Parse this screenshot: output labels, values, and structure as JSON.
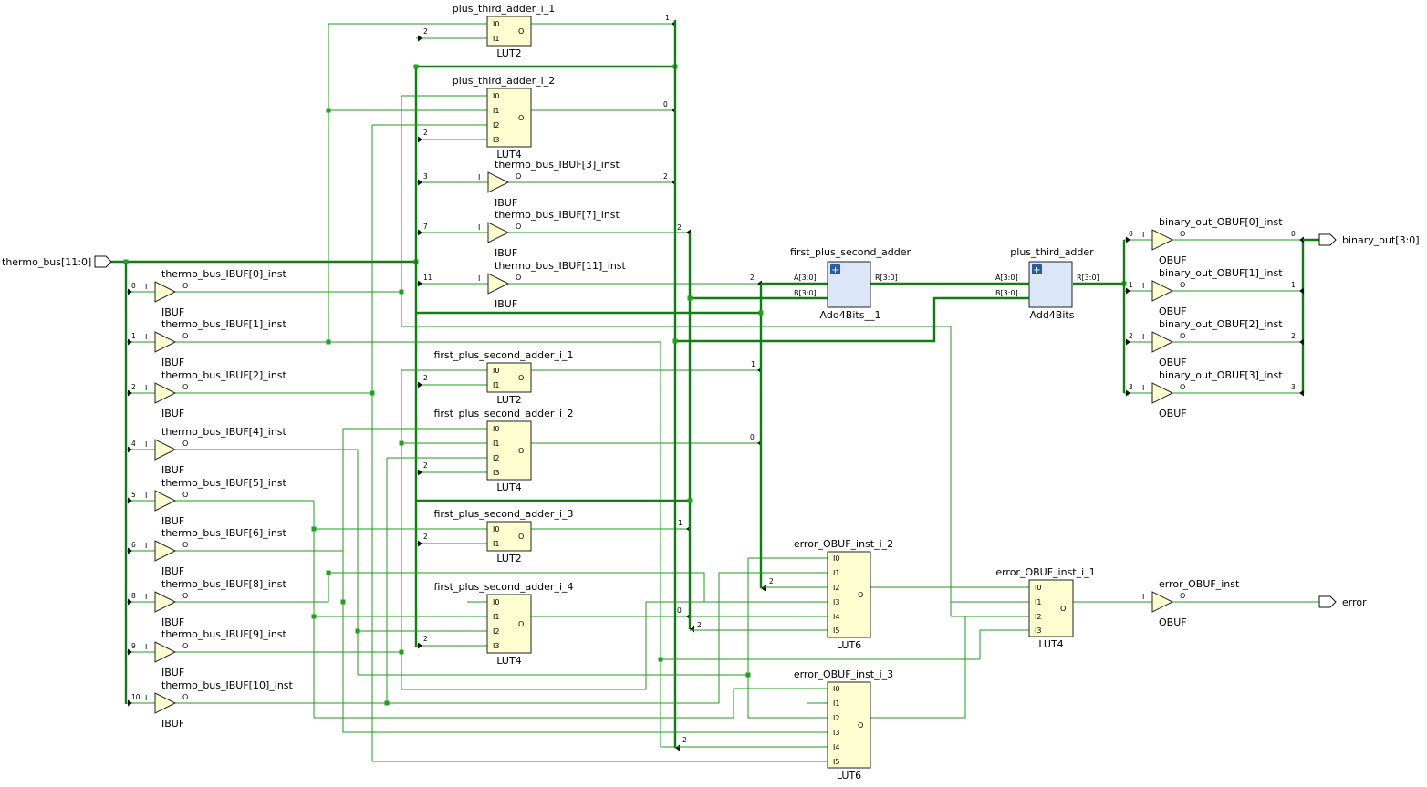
{
  "ports": {
    "thermo_bus": "thermo_bus[11:0]",
    "binary_out": "binary_out[3:0]",
    "error": "error"
  },
  "primitives": {
    "lut2": "LUT2",
    "lut4": "LUT4",
    "lut6": "LUT6",
    "ibuf": "IBUF",
    "obuf": "OBUF",
    "add4": "Add4Bits",
    "add4_1": "Add4Bits__1"
  },
  "pins": {
    "i": "I",
    "o": "O",
    "i0": "I0",
    "i1": "I1",
    "i2": "I2",
    "i3": "I3",
    "i4": "I4",
    "i5": "I5",
    "a": "A[3:0]",
    "b": "B[3:0]",
    "r": "R[3:0]",
    "plus": "+"
  },
  "bits": [
    "0",
    "1",
    "2",
    "3",
    "4",
    "5",
    "6",
    "7",
    "8",
    "9",
    "10",
    "11"
  ],
  "cells": {
    "ibuf_inst": [
      {
        "name": "thermo_bus_IBUF[0]_inst",
        "bit": "0"
      },
      {
        "name": "thermo_bus_IBUF[1]_inst",
        "bit": "1"
      },
      {
        "name": "thermo_bus_IBUF[2]_inst",
        "bit": "2"
      },
      {
        "name": "thermo_bus_IBUF[4]_inst",
        "bit": "4"
      },
      {
        "name": "thermo_bus_IBUF[5]_inst",
        "bit": "5"
      },
      {
        "name": "thermo_bus_IBUF[6]_inst",
        "bit": "6"
      },
      {
        "name": "thermo_bus_IBUF[8]_inst",
        "bit": "8"
      },
      {
        "name": "thermo_bus_IBUF[9]_inst",
        "bit": "9"
      },
      {
        "name": "thermo_bus_IBUF[10]_inst",
        "bit": "10"
      }
    ],
    "ibuf_mid": [
      {
        "name": "thermo_bus_IBUF[3]_inst",
        "bit": "3"
      },
      {
        "name": "thermo_bus_IBUF[7]_inst",
        "bit": "7"
      },
      {
        "name": "thermo_bus_IBUF[11]_inst",
        "bit": "11"
      }
    ],
    "luts": {
      "pta1": "plus_third_adder_i_1",
      "pta2": "plus_third_adder_i_2",
      "fpsa1": "first_plus_second_adder_i_1",
      "fpsa2": "first_plus_second_adder_i_2",
      "fpsa3": "first_plus_second_adder_i_3",
      "fpsa4": "first_plus_second_adder_i_4",
      "err2": "error_OBUF_inst_i_2",
      "err3": "error_OBUF_inst_i_3",
      "err1": "error_OBUF_inst_i_1"
    },
    "adders": {
      "first": "first_plus_second_adder",
      "third": "plus_third_adder"
    },
    "obufs": [
      {
        "name": "binary_out_OBUF[0]_inst",
        "bit": "0"
      },
      {
        "name": "binary_out_OBUF[1]_inst",
        "bit": "1"
      },
      {
        "name": "binary_out_OBUF[2]_inst",
        "bit": "2"
      },
      {
        "name": "binary_out_OBUF[3]_inst",
        "bit": "3"
      }
    ],
    "error_obuf": "error_OBUF_inst"
  },
  "colors": {
    "wire": "#1f9b1f",
    "bus": "#127d12",
    "lut_fill": "#fdfdd0",
    "adder_fill": "#dbe7f8",
    "adder_icon": "#2d5a9a"
  }
}
